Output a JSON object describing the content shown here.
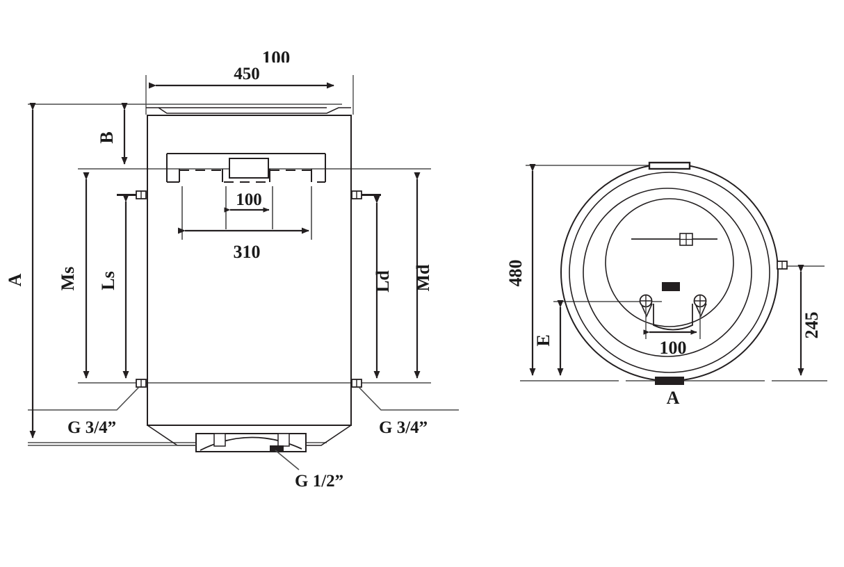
{
  "drawing": {
    "title": "water-heater-technical-dimension-drawing",
    "units": "mm",
    "line_color": "#231f20",
    "text_color": "#1a1a1a",
    "background": "#ffffff"
  },
  "front_view": {
    "name": "front-elevation",
    "dimensions": {
      "top_clipped": "100",
      "width_overall": "450",
      "panel_inner_width": "100",
      "panel_outer_width": "310",
      "height_overall_label": "A",
      "top_offset_label": "B",
      "ms_label": "Ms",
      "ls_label": "Ls",
      "ld_label": "Ld",
      "md_label": "Md"
    },
    "callouts": {
      "left_port": "G 3/4”",
      "right_port": "G 3/4”",
      "bottom_port": "G 1/2”"
    }
  },
  "top_view": {
    "name": "plan-section-view",
    "dimensions": {
      "diameter": "480",
      "bracket_offset": "245",
      "bracket_width": "100",
      "e_label": "E",
      "a_label": "A"
    }
  }
}
